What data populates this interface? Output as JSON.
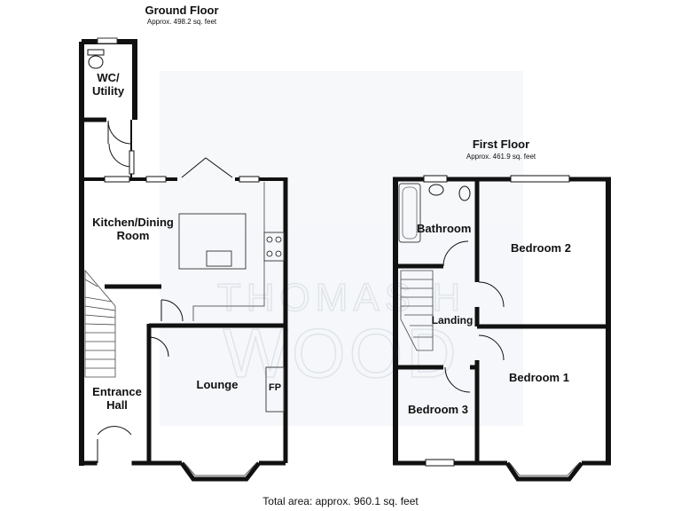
{
  "ground_floor": {
    "title": "Ground Floor",
    "area": "Approx. 498.2 sq. feet",
    "rooms": {
      "wc_utility": "WC/\nUtility",
      "kitchen_dining": "Kitchen/Dining\nRoom",
      "entrance_hall": "Entrance\nHall",
      "lounge": "Lounge",
      "fireplace": "FP"
    }
  },
  "first_floor": {
    "title": "First Floor",
    "area": "Approx. 461.9 sq. feet",
    "rooms": {
      "bathroom": "Bathroom",
      "bedroom_2": "Bedroom 2",
      "landing": "Landing",
      "bedroom_1": "Bedroom 1",
      "bedroom_3": "Bedroom 3"
    }
  },
  "watermark": {
    "line1": "THOMAS H",
    "line2": "WOOD"
  },
  "total_area": "Total area: approx. 960.1 sq. feet",
  "colors": {
    "wall": "#111111",
    "thin_line": "#555555",
    "watermark": "#d8e0e8"
  }
}
